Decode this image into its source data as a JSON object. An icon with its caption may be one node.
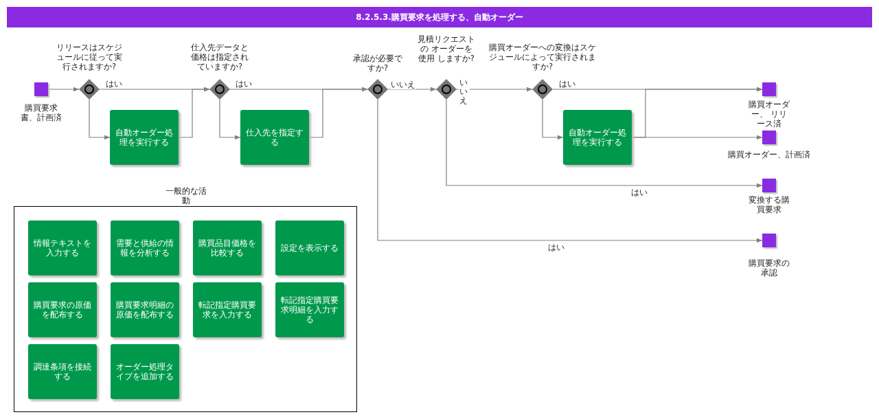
{
  "diagram": {
    "title": "8.2.5.3.購買要求を処理する、自動オーダー",
    "nodes": [
      {
        "text": [
          "購買要求書、計画済"
        ]
      },
      {
        "text": [
          "リリースはスケジュールに従って実行されますか?"
        ]
      },
      {
        "text": [
          "自動オーダー処理を実行する"
        ]
      },
      {
        "text": [
          "仕入先データと価格は指定されていますか?"
        ]
      },
      {
        "text": [
          "仕入先を指定する"
        ]
      },
      {
        "text": [
          "承認が必要ですか?"
        ]
      },
      {
        "text": [
          "見積リクエストの オーダーを使用 しますか?"
        ]
      },
      {
        "text": [
          "購買オーダーへの変換はスケジュールによって実行されますか?"
        ]
      },
      {
        "text": [
          "自動オーダー処理を実行する"
        ]
      },
      {
        "text": [
          "購買オーダー、 リリース済"
        ]
      },
      {
        "text": [
          "購買オーダー、計画済"
        ]
      },
      {
        "text": [
          "変換する購買要求"
        ]
      },
      {
        "text": [
          "購買要求の承認"
        ]
      },
      {
        "text": [
          "一般的な活動"
        ]
      },
      {
        "text": [
          "情報テキストを入力する"
        ],
        "in": 13
      },
      {
        "text": [
          "需要と供給の情報を分析する"
        ],
        "in": 13
      },
      {
        "text": [
          "購買品目価格を比較する"
        ],
        "in": 13
      },
      {
        "text": [
          "設定を表示する"
        ],
        "in": 13
      },
      {
        "text": [
          "購買要求の原価を配布する"
        ],
        "in": 13
      },
      {
        "text": [
          "購買要求明細の原価を配布する"
        ],
        "in": 13
      },
      {
        "text": [
          "転記指定購買要求を入力する"
        ],
        "in": 13
      },
      {
        "text": [
          "転記指定購買要求明細を入力する"
        ],
        "in": 13
      },
      {
        "text": [
          "調達条項を接続する"
        ],
        "in": 13
      },
      {
        "text": [
          "オーダー処理タイプを追加する"
        ],
        "in": 13
      }
    ],
    "edges": [
      {
        "from": 0,
        "to": 1,
        "arrow": "to"
      },
      {
        "from": 1,
        "to": 3,
        "arrow": "to",
        "label": "はい"
      },
      {
        "from": 1,
        "to": 2,
        "arrow": "to"
      },
      {
        "from": 2,
        "to": 3,
        "arrow": "to"
      },
      {
        "from": 3,
        "to": 5,
        "arrow": "to",
        "label": "はい"
      },
      {
        "from": 3,
        "to": 4,
        "arrow": "to"
      },
      {
        "from": 4,
        "to": 5,
        "arrow": "to"
      },
      {
        "from": 5,
        "to": 6,
        "arrow": "to",
        "label": "いいえ"
      },
      {
        "from": 5,
        "to": 12,
        "arrow": "to",
        "label": "はい"
      },
      {
        "from": 6,
        "to": 7,
        "arrow": "to",
        "label": "いいえ"
      },
      {
        "from": 6,
        "to": 11,
        "arrow": "to",
        "label": "はい"
      },
      {
        "from": 7,
        "to": 9,
        "arrow": "to",
        "label": "はい"
      },
      {
        "from": 7,
        "to": 8,
        "arrow": "to"
      },
      {
        "from": 8,
        "to": 9,
        "arrow": "to"
      },
      {
        "from": 8,
        "to": 10,
        "arrow": "to"
      }
    ]
  }
}
